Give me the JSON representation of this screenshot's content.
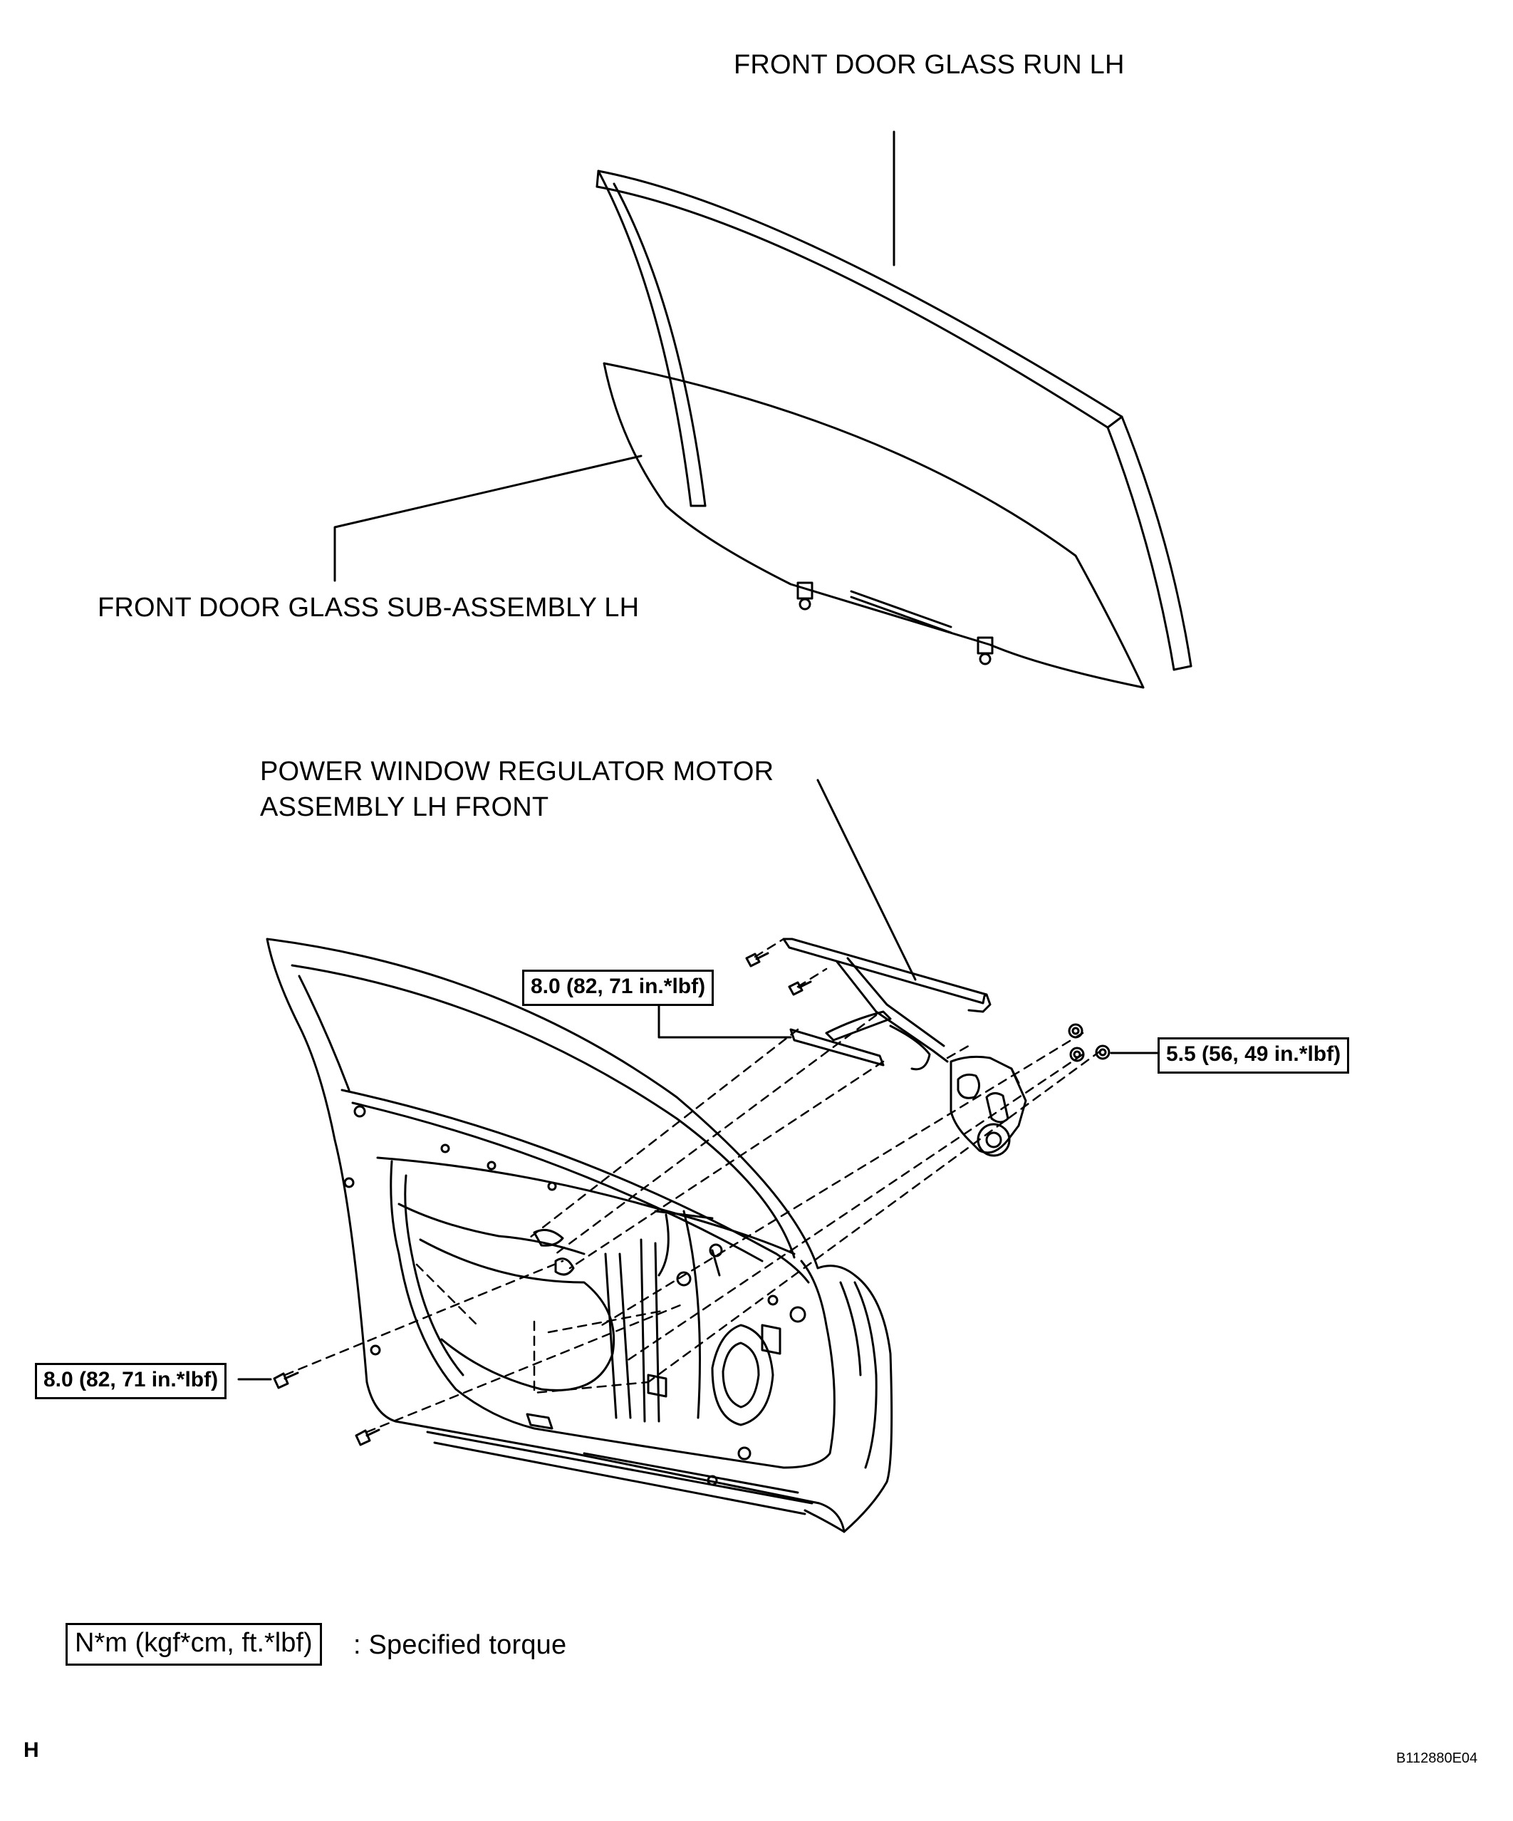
{
  "labels": {
    "glass_run": "FRONT DOOR GLASS RUN LH",
    "glass_sub": "FRONT DOOR GLASS SUB-ASSEMBLY LH",
    "regulator_line1": "POWER WINDOW REGULATOR MOTOR",
    "regulator_line2": "ASSEMBLY LH FRONT"
  },
  "torques": {
    "regulator_bolts": "8.0 (82, 71 in.*lbf)",
    "motor_nuts": "5.5 (56, 49 in.*lbf)",
    "door_bolts": "8.0 (82, 71 in.*lbf)"
  },
  "legend": {
    "box": "N*m (kgf*cm, ft.*lbf)",
    "text": ": Specified torque"
  },
  "corner_letter": "H",
  "figure_id": "B112880E04"
}
